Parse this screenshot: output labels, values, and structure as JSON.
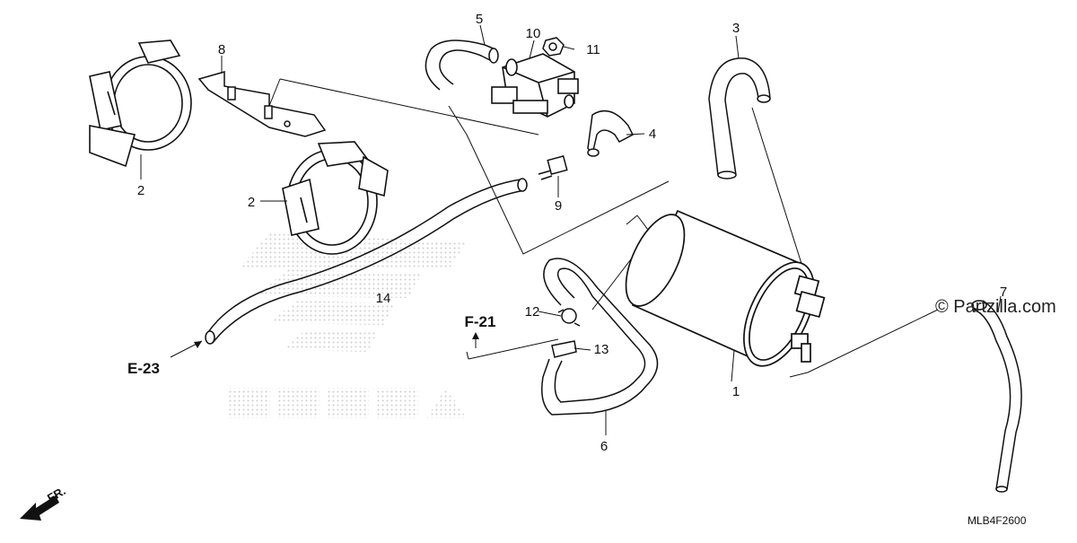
{
  "diagram": {
    "callouts": {
      "c1": "1",
      "c2a": "2",
      "c2b": "2",
      "c3": "3",
      "c4": "4",
      "c5": "5",
      "c6": "6",
      "c7": "7",
      "c8": "8",
      "c9": "9",
      "c10": "10",
      "c11": "11",
      "c12": "12",
      "c13": "13",
      "c14": "14"
    },
    "references": {
      "e23": "E-23",
      "f21": "F-21"
    },
    "direction_label": "FR.",
    "diagram_code": "MLB4F2600",
    "watermark": "© Partzilla.com",
    "colors": {
      "line": "#111111",
      "background": "#ffffff",
      "watermark_dots": "#bdbdbd"
    }
  }
}
